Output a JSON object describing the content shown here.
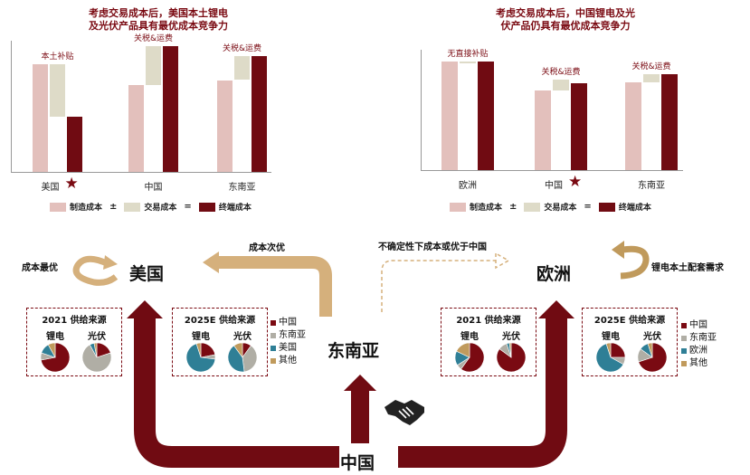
{
  "colors": {
    "manufacturing": "#e3c0bc",
    "transaction": "#dedbc8",
    "terminal": "#700b12",
    "china": "#7a0a12",
    "sea": "#b0aea5",
    "usa": "#2f7f96",
    "other": "#c09a5c",
    "flow": "#d5b07c"
  },
  "left_chart": {
    "title_line1": "考虑交易成本后，美国本土锂电",
    "title_line2": "及光伏产品具有最优成本竞争力",
    "groups": [
      {
        "label": "美国",
        "annotation": "本土补贴",
        "star": true
      },
      {
        "label": "中国",
        "annotation": "关税&运费",
        "star": false
      },
      {
        "label": "东南亚",
        "annotation": "关税&运费",
        "star": false
      }
    ]
  },
  "right_chart": {
    "title_line1": "考虑交易成本后，中国锂电及光",
    "title_line2": "伏产品仍具有最优成本竞争力",
    "groups": [
      {
        "label": "欧洲",
        "annotation": "无直接补贴",
        "star": false
      },
      {
        "label": "中国",
        "annotation": "关税&运费",
        "star": true
      },
      {
        "label": "东南亚",
        "annotation": "关税&运费",
        "star": false
      }
    ]
  },
  "chart_data": [
    {
      "type": "bar",
      "categories": [
        "美国",
        "中国",
        "东南亚"
      ],
      "series": [
        {
          "name": "制造成本",
          "values": [
            0.82,
            0.66,
            0.7
          ]
        },
        {
          "name": "交易成本",
          "values": [
            -0.4,
            0.3,
            0.18
          ]
        },
        {
          "name": "终端成本",
          "values": [
            0.42,
            0.96,
            0.88
          ]
        }
      ]
    },
    {
      "type": "bar",
      "categories": [
        "欧洲",
        "中国",
        "东南亚"
      ],
      "series": [
        {
          "name": "制造成本",
          "values": [
            0.9,
            0.66,
            0.73
          ]
        },
        {
          "name": "交易成本",
          "values": [
            0.0,
            0.09,
            0.07
          ]
        },
        {
          "name": "终端成本",
          "values": [
            0.9,
            0.72,
            0.8
          ]
        }
      ]
    }
  ],
  "legend": {
    "manufacturing": "制造成本",
    "plus_minus": "±",
    "transaction": "交易成本",
    "equals": "=",
    "terminal": "终端成本"
  },
  "flow": {
    "usa": "美国",
    "europe": "欧洲",
    "sea": "东南亚",
    "china": "中国",
    "cost_optimal": "成本最优",
    "cost_second": "成本次优",
    "uncertainty": "不确定性下成本或优于中国",
    "localization": "锂电本土配套需求"
  },
  "supply_boxes": [
    {
      "title": "2021 供给来源",
      "labels": [
        "锂电",
        "光伏"
      ],
      "pies": [
        [
          {
            "k": "china",
            "v": 0.72
          },
          {
            "k": "sea",
            "v": 0.08
          },
          {
            "k": "usa",
            "v": 0.12
          },
          {
            "k": "other",
            "v": 0.08
          }
        ],
        [
          {
            "k": "china",
            "v": 0.2
          },
          {
            "k": "sea",
            "v": 0.72
          },
          {
            "k": "usa",
            "v": 0.05
          },
          {
            "k": "other",
            "v": 0.03
          }
        ]
      ]
    },
    {
      "title": "2025E 供给来源",
      "labels": [
        "锂电",
        "光伏"
      ],
      "pies": [
        [
          {
            "k": "china",
            "v": 0.22
          },
          {
            "k": "sea",
            "v": 0.05
          },
          {
            "k": "usa",
            "v": 0.68
          },
          {
            "k": "other",
            "v": 0.05
          }
        ],
        [
          {
            "k": "china",
            "v": 0.1
          },
          {
            "k": "sea",
            "v": 0.38
          },
          {
            "k": "usa",
            "v": 0.42
          },
          {
            "k": "other",
            "v": 0.1
          }
        ]
      ]
    },
    {
      "title": "2021 供给来源",
      "labels": [
        "锂电",
        "光伏"
      ],
      "pies": [
        [
          {
            "k": "china",
            "v": 0.6
          },
          {
            "k": "sea",
            "v": 0.06
          },
          {
            "k": "usa",
            "v": 0.16
          },
          {
            "k": "other",
            "v": 0.18
          }
        ],
        [
          {
            "k": "china",
            "v": 0.85
          },
          {
            "k": "sea",
            "v": 0.1
          },
          {
            "k": "usa",
            "v": 0.03
          },
          {
            "k": "other",
            "v": 0.02
          }
        ]
      ]
    },
    {
      "title": "2025E 供给来源",
      "labels": [
        "锂电",
        "光伏"
      ],
      "pies": [
        [
          {
            "k": "china",
            "v": 0.25
          },
          {
            "k": "sea",
            "v": 0.08
          },
          {
            "k": "usa",
            "v": 0.62
          },
          {
            "k": "other",
            "v": 0.05
          }
        ],
        [
          {
            "k": "china",
            "v": 0.7
          },
          {
            "k": "sea",
            "v": 0.15
          },
          {
            "k": "usa",
            "v": 0.1
          },
          {
            "k": "other",
            "v": 0.05
          }
        ]
      ]
    }
  ],
  "pie_legend_left": [
    "中国",
    "东南亚",
    "美国",
    "其他"
  ],
  "pie_legend_right": [
    "中国",
    "东南亚",
    "欧洲",
    "其他"
  ]
}
